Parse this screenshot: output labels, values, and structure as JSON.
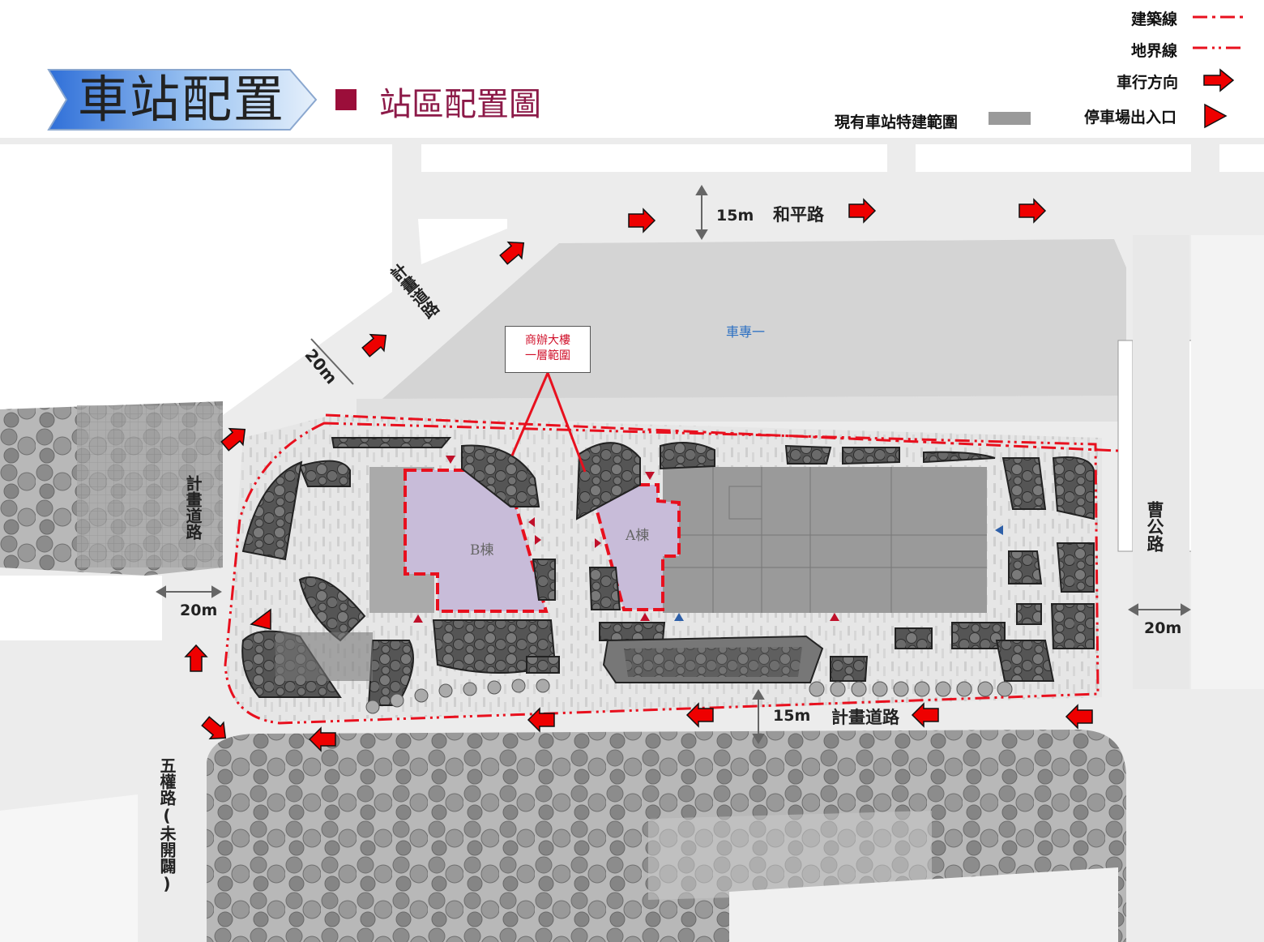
{
  "header": {
    "title": "車站配置",
    "subtitle": "站區配置圖"
  },
  "legend": {
    "building_line": "建築線",
    "property_line": "地界線",
    "traffic_direction": "車行方向",
    "parking_entrance": "停車場出入口",
    "existing_station_area": "現有車站特建範圍",
    "colors": {
      "line_red": "#e8101e",
      "arrow_red": "#ee0000",
      "station_gray": "#9a9a9a"
    }
  },
  "roads": {
    "heping": "和平路",
    "heping_width": "15m",
    "nw_planned": "計畫道路",
    "nw_width": "20m",
    "west_planned": "計畫道路",
    "west_width": "20m",
    "cao_gong": "曹公路",
    "east_width": "20m",
    "south_planned": "計畫道路",
    "south_width": "15m",
    "wuquan": "五權路(未開闢)"
  },
  "site": {
    "car_lane": "車專一",
    "note_line1": "商辦大樓",
    "note_line2": "一層範圍",
    "building_b": "B棟",
    "building_a": "A棟"
  }
}
